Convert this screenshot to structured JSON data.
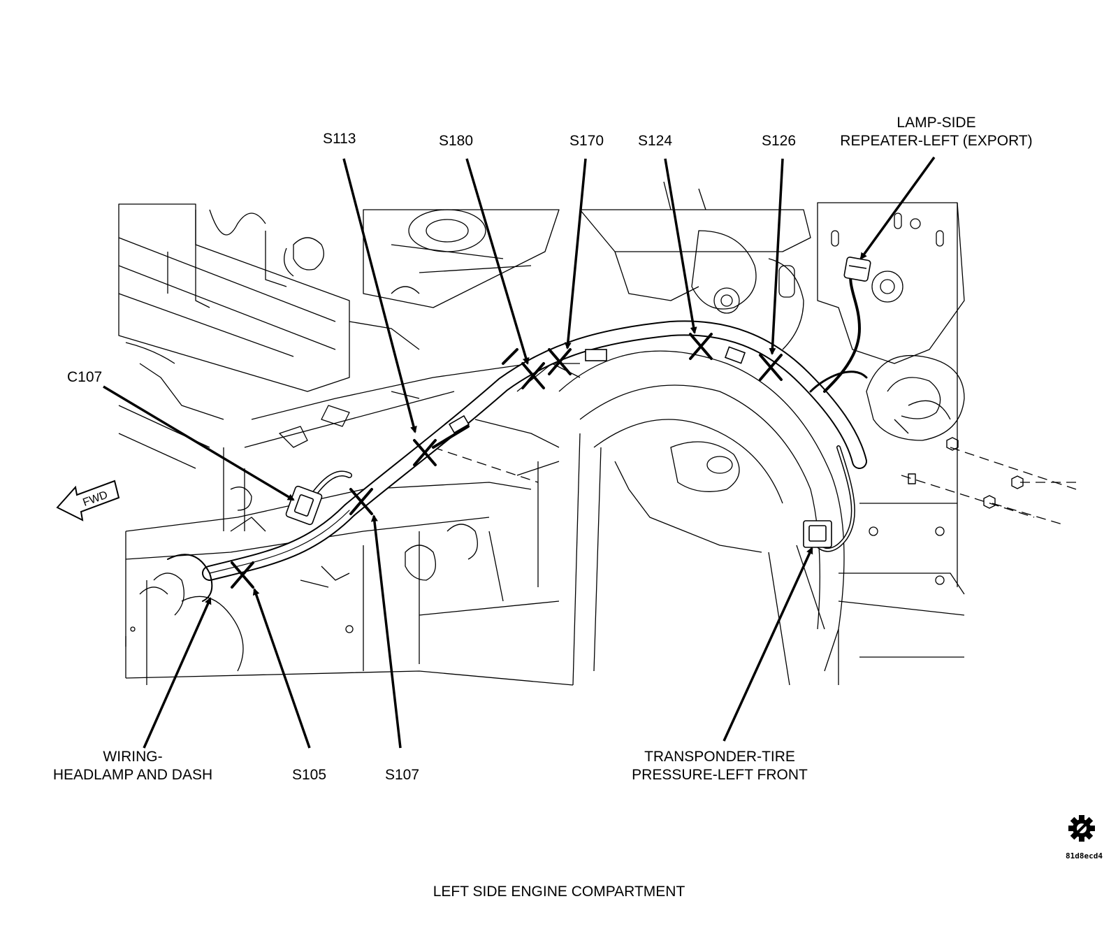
{
  "diagram": {
    "caption": "LEFT SIDE ENGINE COMPARTMENT",
    "image_code": "81d8ecd4",
    "direction_marker": "FWD",
    "labels": {
      "s113": "S113",
      "s180": "S180",
      "s170": "S170",
      "s124": "S124",
      "s126": "S126",
      "lamp_line1": "LAMP-SIDE",
      "lamp_line2": "REPEATER-LEFT (EXPORT)",
      "c107": "C107",
      "wiring_line1": "WIRING-",
      "wiring_line2": "HEADLAMP AND DASH",
      "s105": "S105",
      "s107": "S107",
      "transponder_line1": "TRANSPONDER-TIRE",
      "transponder_line2": "PRESSURE-LEFT FRONT"
    }
  }
}
